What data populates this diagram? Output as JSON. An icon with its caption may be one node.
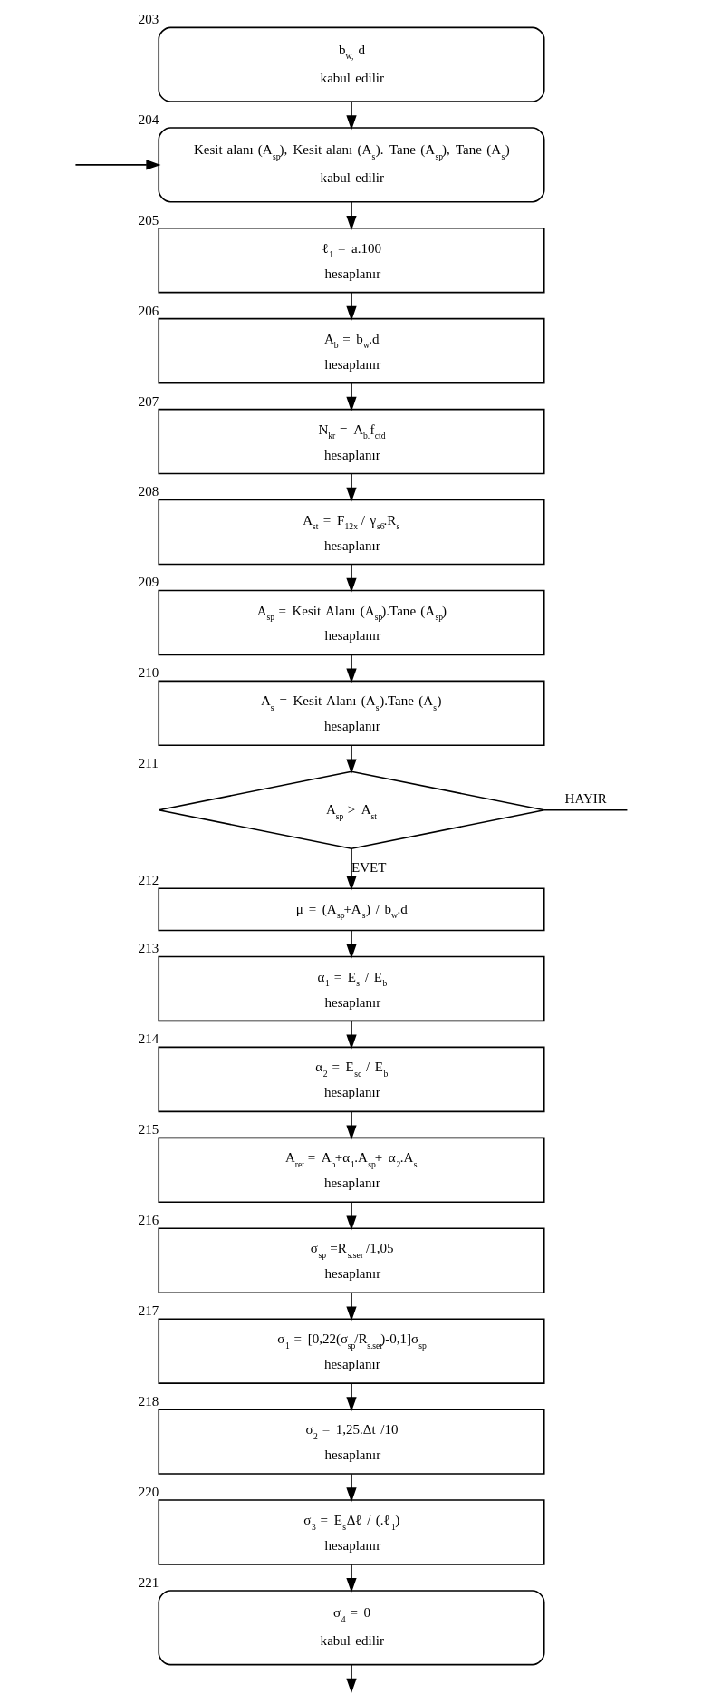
{
  "diagram": {
    "nodes": [
      {
        "text": [
          "b$_{w,}$ d",
          "kabul edilir"
        ],
        "beside": [
          "203"
        ]
      },
      {
        "text": [
          "Kesit alanı (A$_{sp}$), Kesit alanı (A$_{s}$). Tane (A$_{sp}$), Tane (A$_{s}$)",
          "kabul edilir"
        ],
        "beside": [
          "204"
        ]
      },
      {
        "text": [
          "ℓ$_{1}$ = a.100",
          "hesaplanır"
        ],
        "beside": [
          "205"
        ]
      },
      {
        "text": [
          "A$_{b}$ = b$_{w}$.d",
          "hesaplanır"
        ],
        "beside": [
          "206"
        ]
      },
      {
        "text": [
          "N$_{kr}$ = A$_{b.}$f$_{ctd}$",
          "hesaplanır"
        ],
        "beside": [
          "207"
        ]
      },
      {
        "text": [
          "A$_{st}$ = F$_{12x}$ / γ$_{s6}$.R$_{s}$",
          "hesaplanır"
        ],
        "beside": [
          "208"
        ]
      },
      {
        "text": [
          "A$_{sp}$ = Kesit Alanı (A$_{sp}$).Tane (A$_{sp}$)",
          "hesaplanır"
        ],
        "beside": [
          "209"
        ]
      },
      {
        "text": [
          "A$_{s}$ = Kesit Alanı (A$_{s}$).Tane (A$_{s}$)",
          "hesaplanır"
        ],
        "beside": [
          "210"
        ]
      },
      {
        "text": [
          "A$_{sp}$ > A$_{st}$"
        ],
        "beside": [
          "211"
        ]
      },
      {
        "text": [
          "μ = (A$_{sp}$+A$_{s}$) / b$_{w}$.d"
        ],
        "beside": [
          "212"
        ]
      },
      {
        "text": [
          "α$_{1}$ = E$_{s}$ / E$_{b}$",
          "hesaplanır"
        ],
        "beside": [
          "213"
        ]
      },
      {
        "text": [
          "α$_{2}$ = E$_{sc}$ / E$_{b}$",
          "hesaplanır"
        ],
        "beside": [
          "214"
        ]
      },
      {
        "text": [
          "A$_{ret}$ = A$_{b}$+α$_{1}$.A$_{sp}$+ α$_{2}$.A$_{s}$",
          "hesaplanır"
        ],
        "beside": [
          "215"
        ]
      },
      {
        "text": [
          "σ$_{sp}$ =R$_{s.ser}$ /1,05",
          "hesaplanır"
        ],
        "beside": [
          "216"
        ]
      },
      {
        "text": [
          "σ$_{1}$ = [0,22(σ$_{sp}$/R$_{s.ser}$)-0,1]σ$_{sp}$",
          "hesaplanır"
        ],
        "beside": [
          "217"
        ]
      },
      {
        "text": [
          "σ$_{2}$ = 1,25.Δt /10",
          "hesaplanır"
        ],
        "beside": [
          "218"
        ]
      },
      {
        "text": [
          "σ$_{3}$ = E$_{s}$Δℓ / (.ℓ$_{1}$)",
          "hesaplanır"
        ],
        "beside": [
          "220"
        ]
      },
      {
        "text": [
          "σ$_{4}$ = 0",
          "kabul edilir"
        ],
        "beside": [
          "221"
        ]
      }
    ],
    "edges": [
      {
        "from": 0,
        "to": 1,
        "arrow": "to"
      },
      {
        "from": null,
        "to": 1,
        "arrow": "to"
      },
      {
        "from": 1,
        "to": 2,
        "arrow": "to"
      },
      {
        "from": 2,
        "to": 3,
        "arrow": "to"
      },
      {
        "from": 3,
        "to": 4,
        "arrow": "to"
      },
      {
        "from": 4,
        "to": 5,
        "arrow": "to"
      },
      {
        "from": 5,
        "to": 6,
        "arrow": "to"
      },
      {
        "from": 6,
        "to": 7,
        "arrow": "to"
      },
      {
        "from": 7,
        "to": 8,
        "arrow": "to"
      },
      {
        "from": 8,
        "to": null,
        "arrow": "none",
        "label": "HAYIR"
      },
      {
        "from": 8,
        "to": 9,
        "arrow": "to",
        "label": "EVET"
      },
      {
        "from": 9,
        "to": 10,
        "arrow": "to"
      },
      {
        "from": 10,
        "to": 11,
        "arrow": "to"
      },
      {
        "from": 11,
        "to": 12,
        "arrow": "to"
      },
      {
        "from": 12,
        "to": 13,
        "arrow": "to"
      },
      {
        "from": 13,
        "to": 14,
        "arrow": "to"
      },
      {
        "from": 14,
        "to": 15,
        "arrow": "to"
      },
      {
        "from": 15,
        "to": 16,
        "arrow": "to"
      },
      {
        "from": 16,
        "to": 17,
        "arrow": "to"
      },
      {
        "from": 17,
        "to": null,
        "arrow": "to"
      }
    ]
  }
}
